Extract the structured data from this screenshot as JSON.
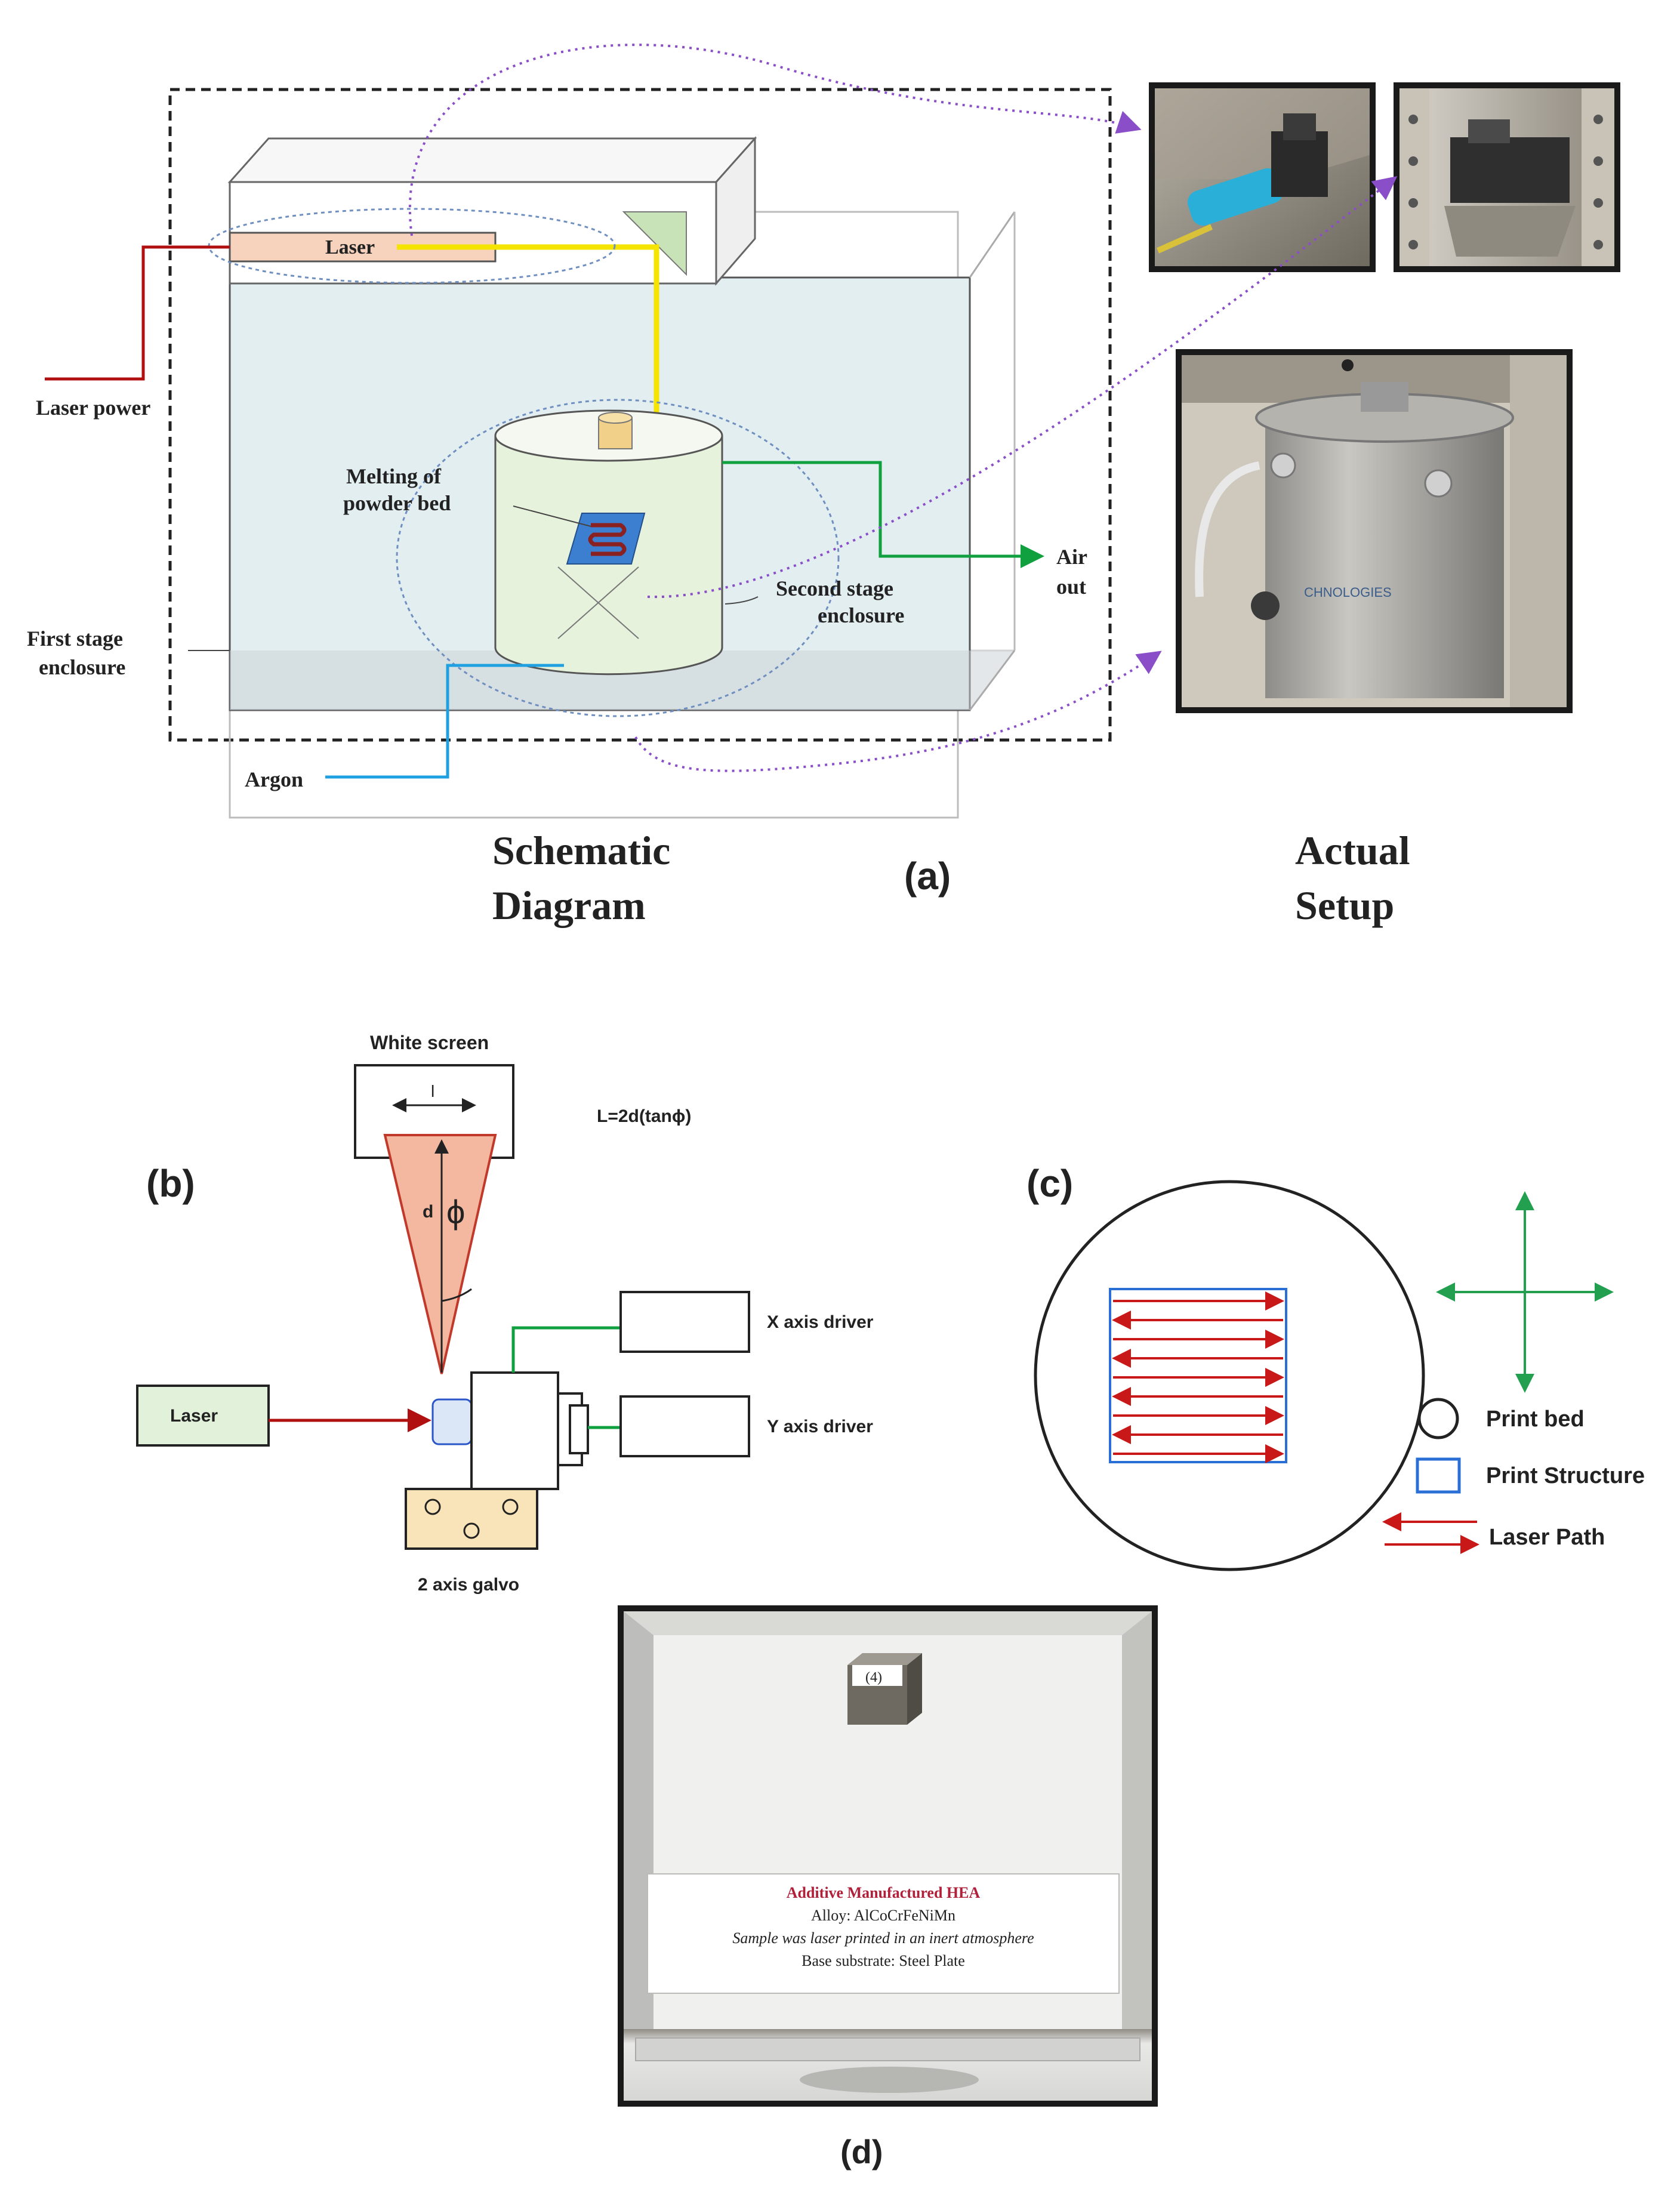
{
  "panel_a": {
    "label": "(a)",
    "schematic_title_line1": "Schematic",
    "schematic_title_line2": "Diagram",
    "actual_title_line1": "Actual",
    "actual_title_line2": "Setup",
    "laser": "Laser",
    "laser_power": "Laser power",
    "melting_line1": "Melting of",
    "melting_line2": "powder bed",
    "air_line1": "Air",
    "air_line2": "out",
    "second_stage_line1": "Second stage",
    "second_stage_line2": "enclosure",
    "first_stage_line1": "First stage",
    "first_stage_line2": "enclosure",
    "argon": "Argon",
    "chamber_brand_text": "CHNOLOGIES"
  },
  "panel_b": {
    "label": "(b)",
    "white_screen": "White screen",
    "l_symbol": "l",
    "formula": "L=2d(tanϕ)",
    "d_symbol": "d",
    "phi_symbol": "ϕ",
    "x_axis_driver": "X axis driver",
    "y_axis_driver": "Y axis driver",
    "laser": "Laser",
    "galvo": "2 axis galvo"
  },
  "panel_c": {
    "label": "(c)",
    "legend_print_bed": "Print bed",
    "legend_print_structure": "Print Structure",
    "legend_laser_path": "Laser Path"
  },
  "panel_d": {
    "label": "(d)",
    "sample_number": "(4)",
    "plaque_title": "Additive Manufactured HEA",
    "plaque_line1": "Alloy: AlCoCrFeNiMn",
    "plaque_line2": "Sample was laser printed in an inert atmosphere",
    "plaque_line3": "Base substrate: Steel Plate"
  },
  "colors": {
    "laser_beam": "#f5e400",
    "laser_power_line": "#b01010",
    "argon_line": "#1fa0e0",
    "air_out_line": "#10a040",
    "link_arrow": "#8a4fc8",
    "cone_fill": "#f4b8a0",
    "laser_box_fill": "#f7d2bc",
    "laser_path": "#c81818",
    "print_structure": "#2a6fd6",
    "axis_arrows": "#22a050",
    "galvo_base": "#f9e3b8",
    "laser_b_fill": "#e2f2da"
  }
}
